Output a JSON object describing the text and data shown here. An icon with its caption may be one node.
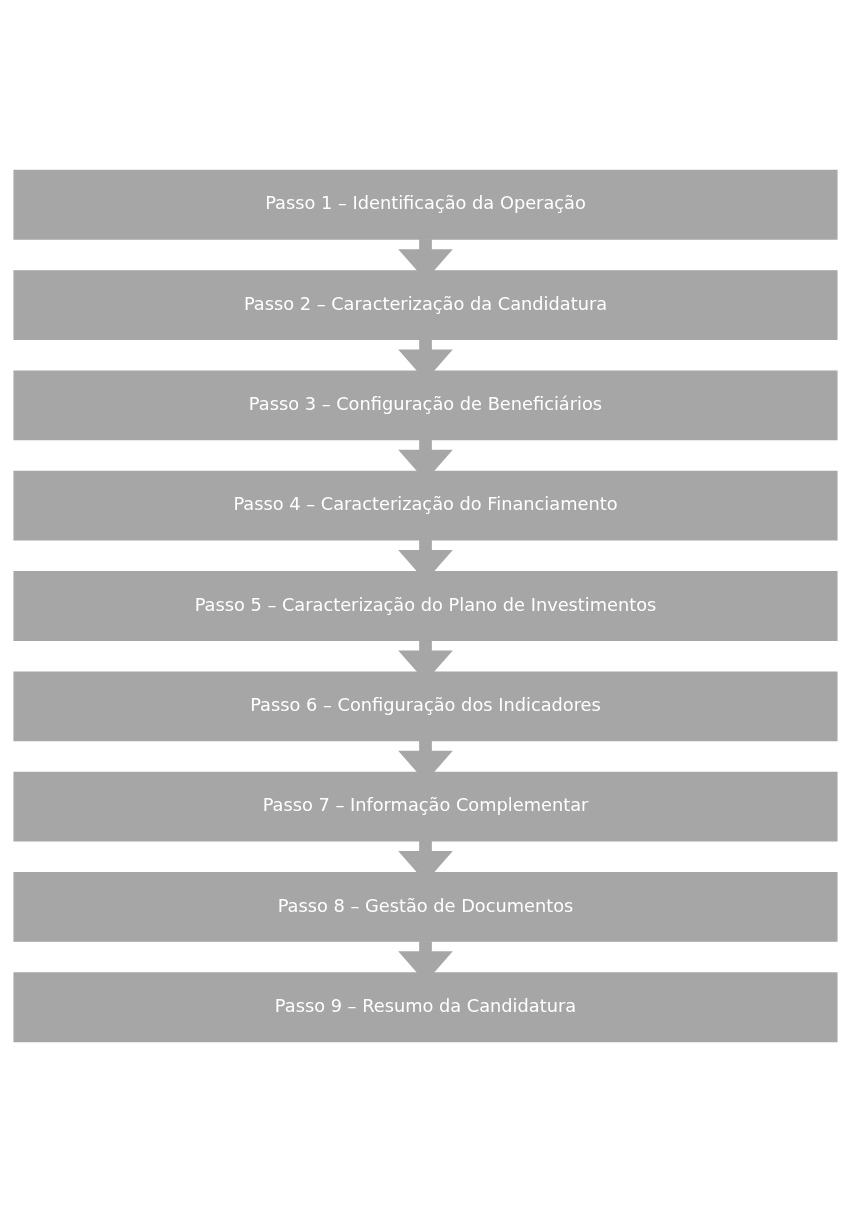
{
  "diagram": {
    "nodes": [
      {
        "text": [
          "Passo 1 – Identificação da Operação"
        ]
      },
      {
        "text": [
          "Passo 2 – Caracterização da Candidatura"
        ]
      },
      {
        "text": [
          "Passo 3 – Configuração de Beneficiários"
        ]
      },
      {
        "text": [
          "Passo 4 – Caracterização do Financiamento"
        ]
      },
      {
        "text": [
          "Passo 5 – Caracterização do Plano de Investimentos"
        ]
      },
      {
        "text": [
          "Passo 6 – Configuração dos Indicadores"
        ]
      },
      {
        "text": [
          "Passo 7 – Informação Complementar"
        ]
      },
      {
        "text": [
          "Passo 8 – Gestão de Documentos"
        ]
      },
      {
        "text": [
          "Passo 9 – Resumo da Candidatura"
        ]
      }
    ],
    "edges": [
      {
        "from": 0,
        "to": 1,
        "arrow": "to"
      },
      {
        "from": 1,
        "to": 2,
        "arrow": "to"
      },
      {
        "from": 2,
        "to": 3,
        "arrow": "to"
      },
      {
        "from": 3,
        "to": 4,
        "arrow": "to"
      },
      {
        "from": 4,
        "to": 5,
        "arrow": "to"
      },
      {
        "from": 5,
        "to": 6,
        "arrow": "to"
      },
      {
        "from": 6,
        "to": 7,
        "arrow": "to"
      },
      {
        "from": 7,
        "to": 8,
        "arrow": "to"
      }
    ]
  }
}
